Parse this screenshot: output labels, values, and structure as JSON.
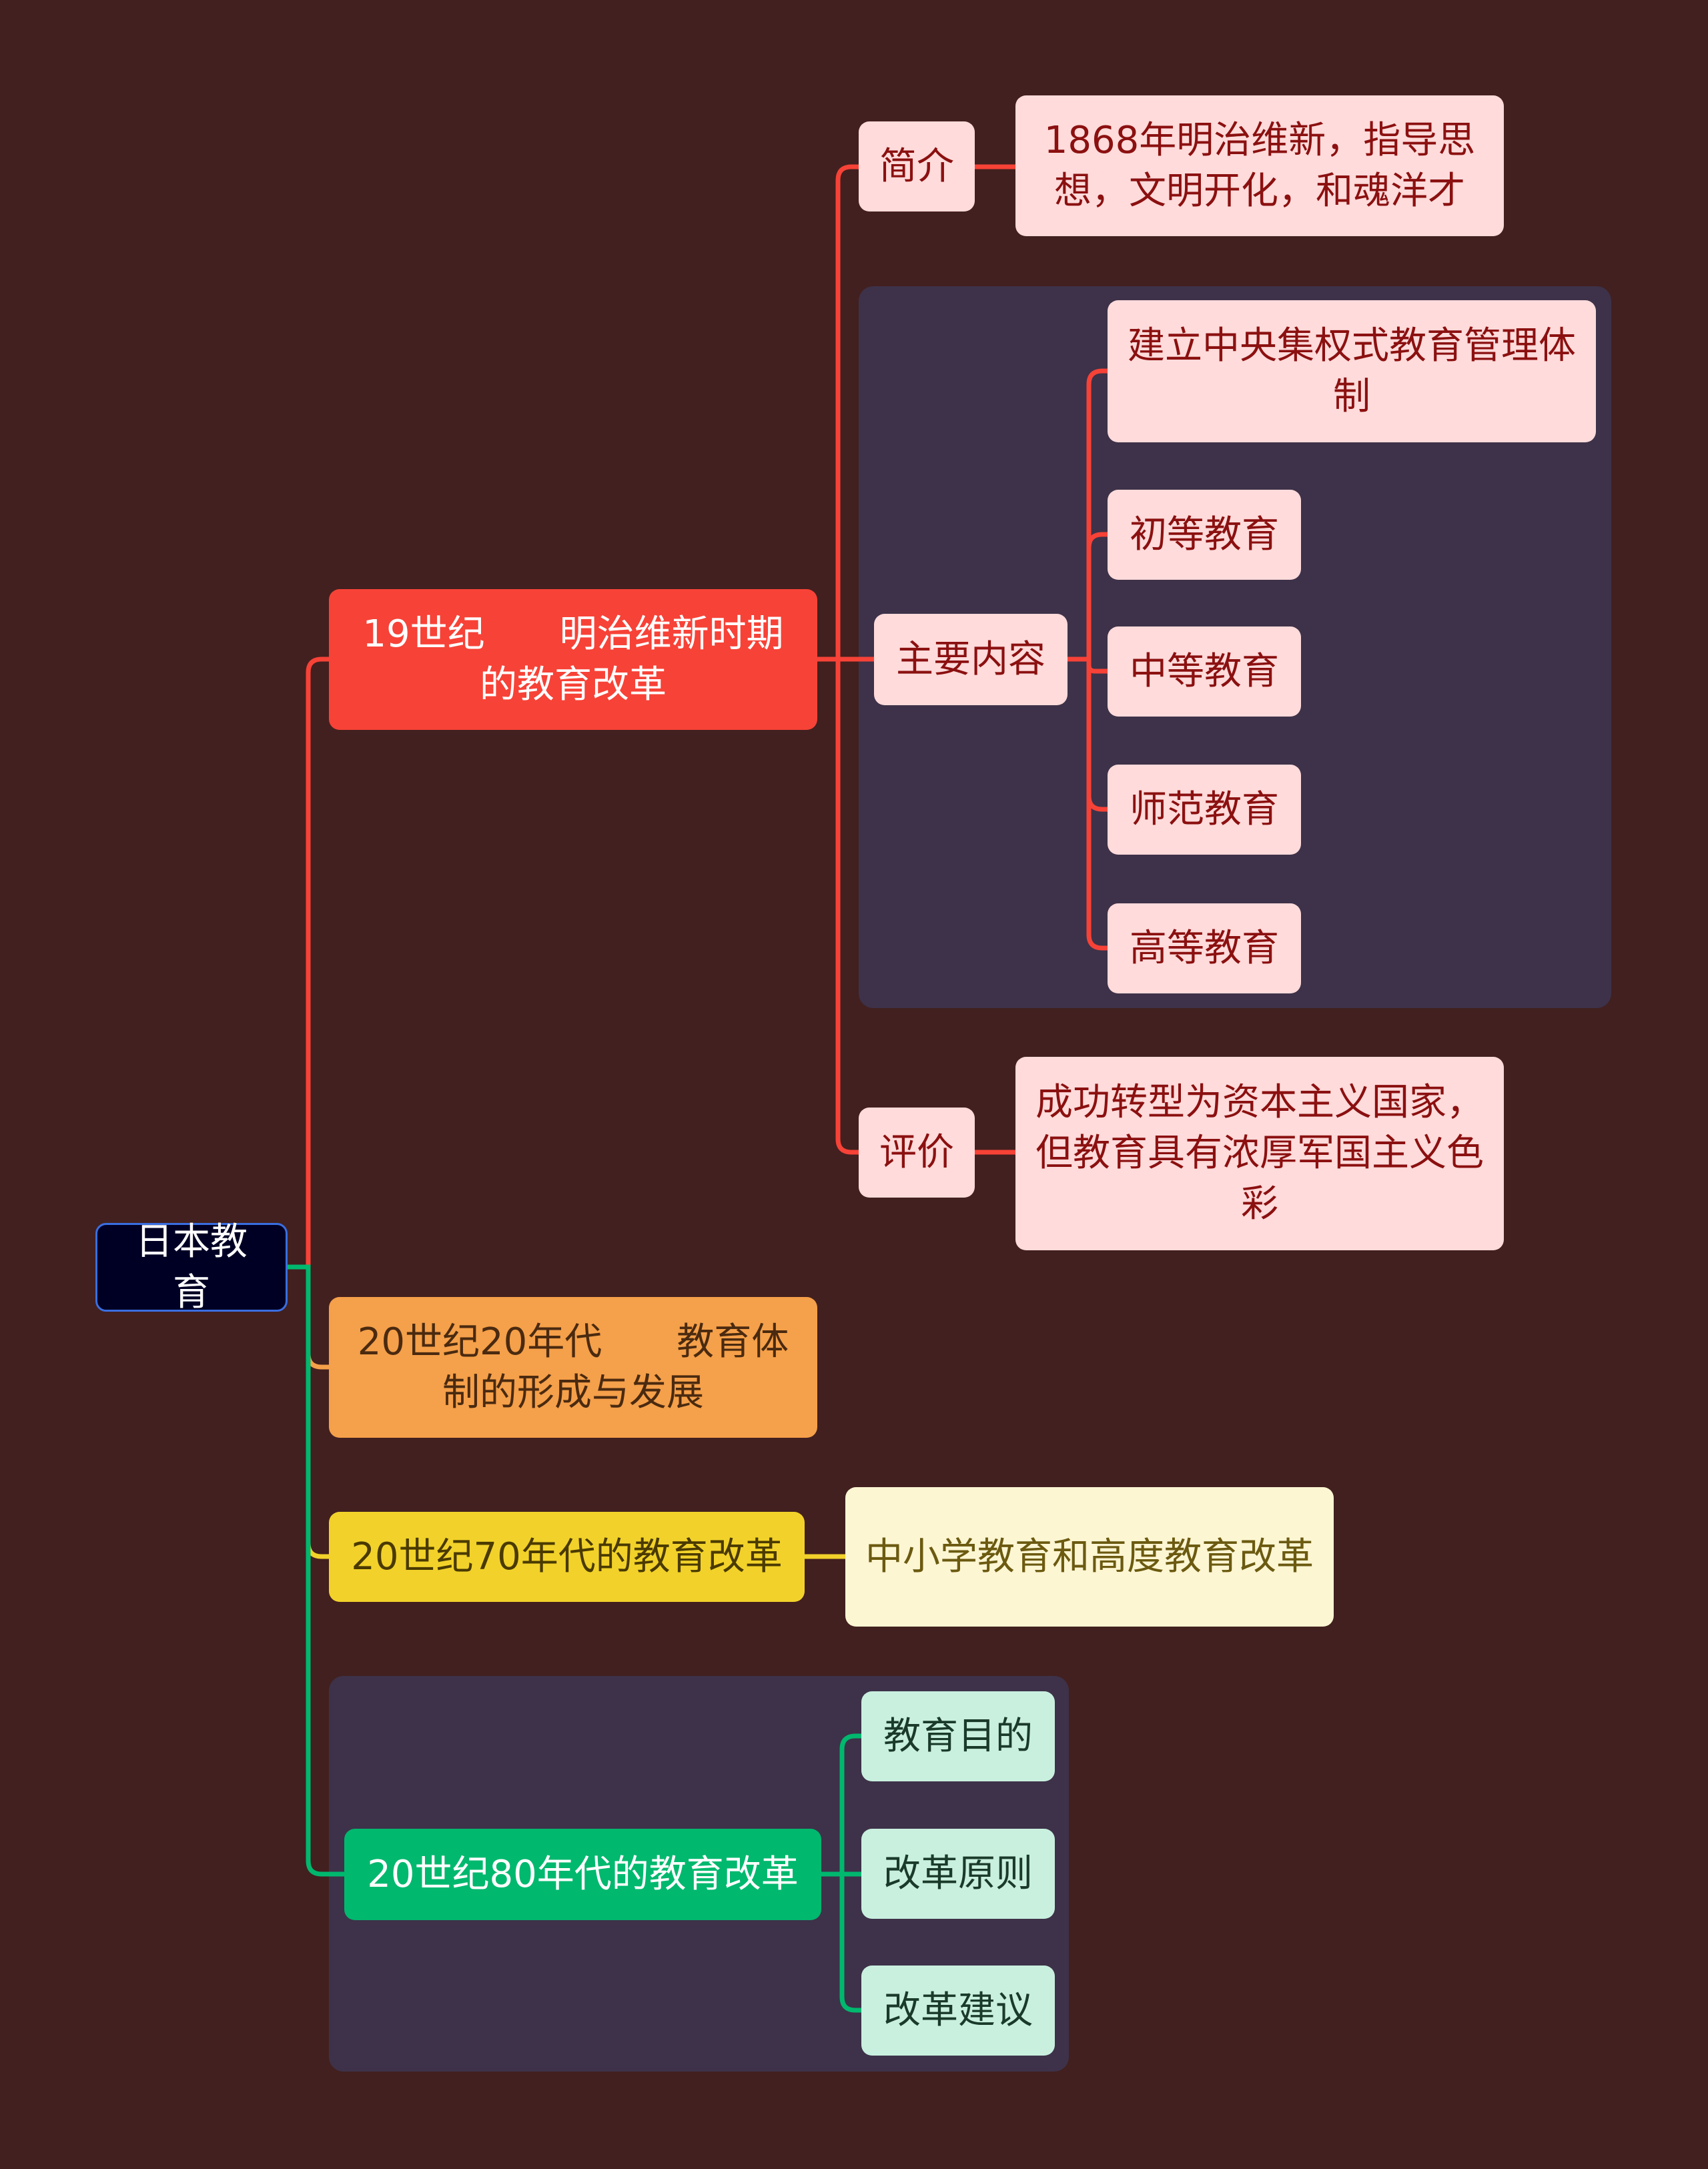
{
  "root": "日本教育",
  "branches": {
    "b19": {
      "label": "19世纪　　明治维新时期的教育改革",
      "intro": {
        "label": "简介",
        "detail": "1868年明治维新，指导思想，文明开化，和魂洋才"
      },
      "main": {
        "label": "主要内容",
        "items": [
          "建立中央集权式教育管理体制",
          "初等教育",
          "中等教育",
          "师范教育",
          "高等教育"
        ]
      },
      "evaluation": {
        "label": "评价",
        "detail": "成功转型为资本主义国家，但教育具有浓厚军国主义色彩"
      }
    },
    "b20": {
      "label": "20世纪20年代　　教育体制的形成与发展"
    },
    "b70": {
      "label": "20世纪70年代的教育改革",
      "detail": "中小学教育和高度教育改革"
    },
    "b80": {
      "label": "20世纪80年代的教育改革",
      "items": [
        "教育目的",
        "改革原则",
        "改革建议"
      ]
    }
  },
  "colors": {
    "background": "#42201f",
    "red": "#f74237",
    "orange": "#f5a04a",
    "yellow": "#f2d22a",
    "green": "#00b86e"
  }
}
